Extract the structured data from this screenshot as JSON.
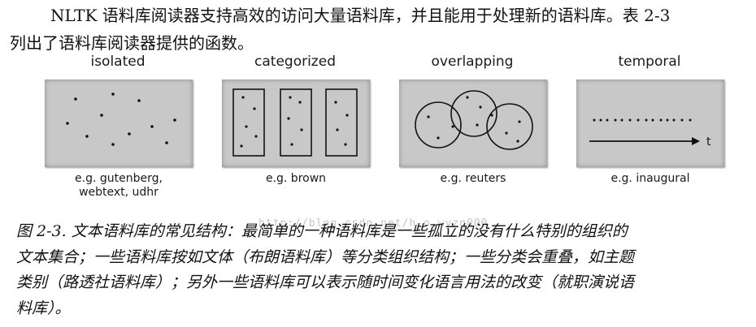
{
  "intro": {
    "line1": "NLTK 语料库阅读器支持高效的访问大量语料库，并且能用于处理新的语料库。表 2-3",
    "line2": "列出了语料库阅读器提供的函数。"
  },
  "figure": {
    "panels": [
      {
        "title": "isolated",
        "caption_line1": "e.g. gutenberg,",
        "caption_line2": "webtext, udhr"
      },
      {
        "title": "categorized",
        "caption_line1": "e.g. brown",
        "caption_line2": ""
      },
      {
        "title": "overlapping",
        "caption_line1": "e.g. reuters",
        "caption_line2": ""
      },
      {
        "title": "temporal",
        "caption_line1": "e.g. inaugural",
        "caption_line2": ""
      }
    ],
    "time_axis_label": "t",
    "watermark": "http://blog.csdn.net/h_o_wyzg000"
  },
  "caption": {
    "line1": "图 2-3. 文本语料库的常见结构：最简单的一种语料库是一些孤立的没有什么特别的组织的",
    "line2": "文本集合；一些语料库按如文体（布朗语料库）等分类组织结构；一些分类会重叠，如主题",
    "line3": "类别（路透社语料库）；另外一些语料库可以表示随时间变化语言用法的改变（就职演说语",
    "line4": "料库）。"
  },
  "colors": {
    "panel_fill": "#c8c8c8",
    "ink": "#111111"
  }
}
